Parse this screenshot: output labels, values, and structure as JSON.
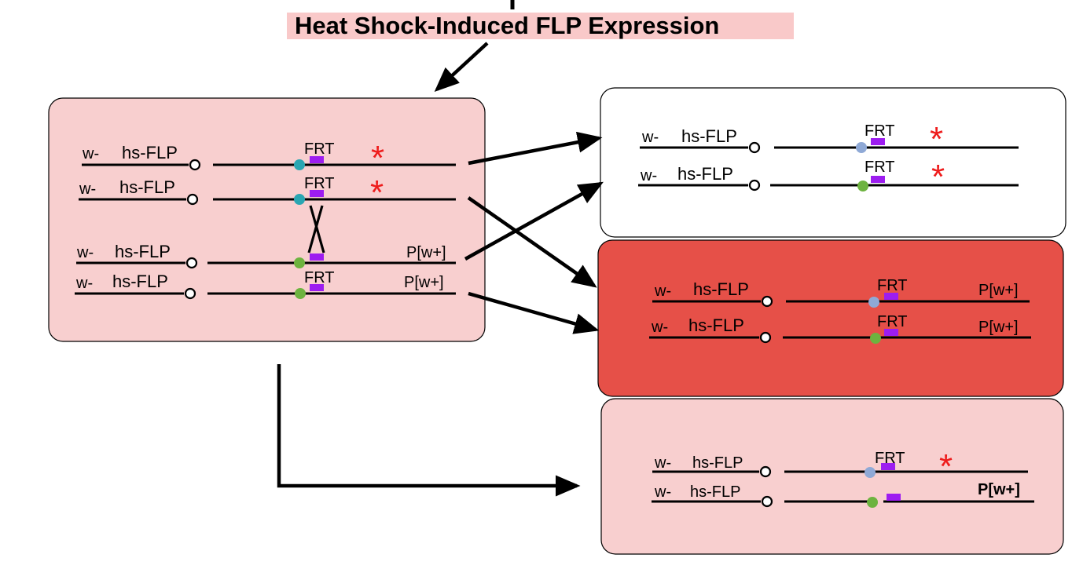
{
  "title": "Heat Shock-Induced FLP Expression",
  "labels": {
    "w": "w-",
    "hs_flp": "hs-FLP",
    "frt": "FRT",
    "pw": "P[w+]",
    "star": "*"
  },
  "colors": {
    "title_highlight": "#f9c9c9",
    "parent_box_fill": "#f8cfcf",
    "result_top_fill": "#ffffff",
    "result_mid_fill": "#e65048",
    "result_bottom_fill": "#f8cfcf",
    "star": "#ee1c1c",
    "frt_mark": "#9d1df0",
    "teal_dot": "#2aa6b2",
    "green_dot": "#6db33f",
    "blue_dot": "#8fa9d6"
  }
}
